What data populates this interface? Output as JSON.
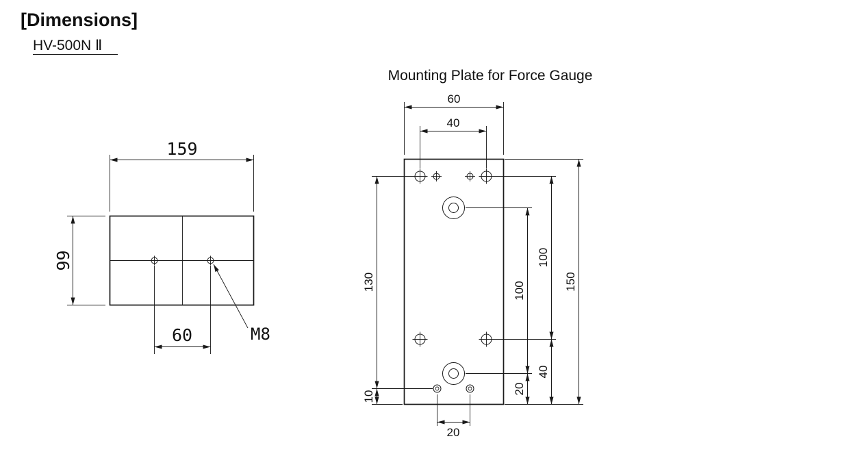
{
  "header": {
    "title": "[Dimensions]",
    "model": "HV-500N Ⅱ"
  },
  "base": {
    "width": "159",
    "depth": "99",
    "hole_pitch": "60",
    "thread": "M8"
  },
  "plate": {
    "title": "Mounting Plate for Force Gauge",
    "width": "60",
    "top_hole_pitch": "40",
    "left_span": "130",
    "bottom_hole_edge_offset": "10",
    "center_holes_pitch": "100",
    "side_holes_pitch": "100",
    "height": "150",
    "center_hole_bottom_offset": "20",
    "side_hole_bottom_span": "40",
    "bottom_holes_pitch": "20"
  },
  "colors": {
    "line": "#1a1a1a",
    "background": "#ffffff"
  }
}
